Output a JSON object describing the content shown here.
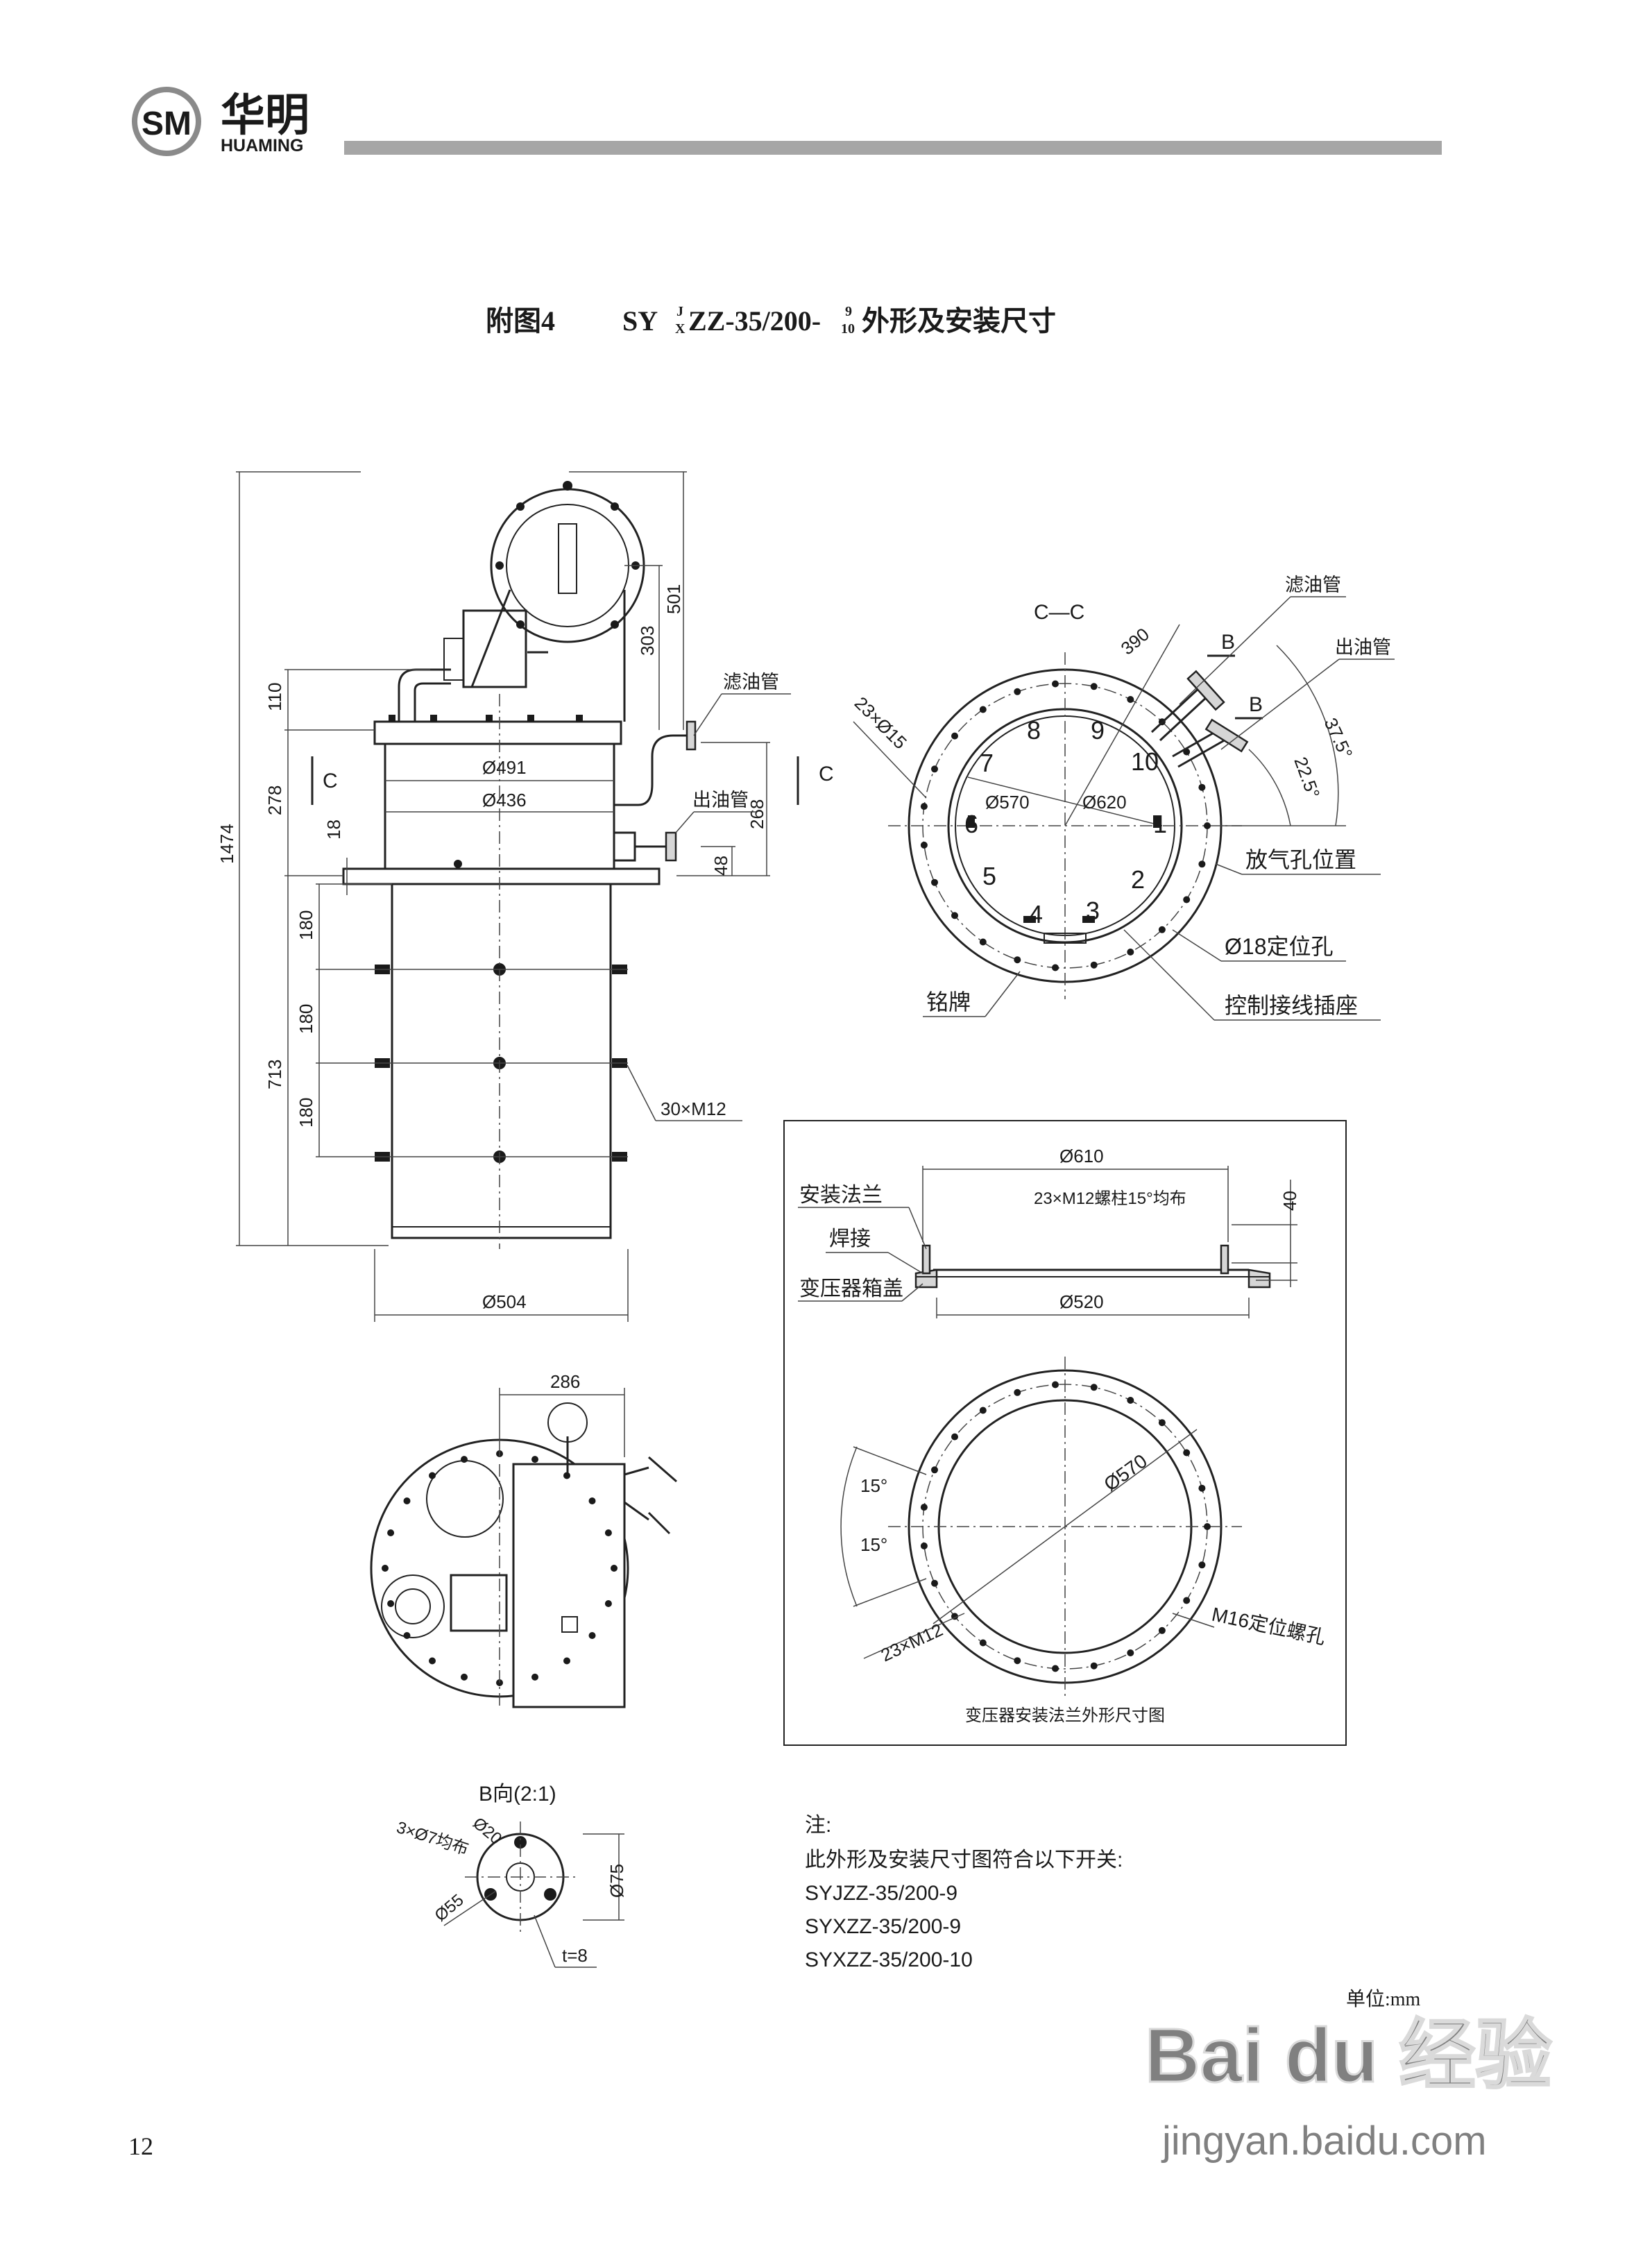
{
  "header": {
    "logo_cn": "华明",
    "logo_en": "HUAMING",
    "accent_color": "#a6a6a6"
  },
  "title": {
    "prefix": "附图4",
    "model_a": "SY",
    "stack_top_1": "J",
    "stack_bot_1": "X",
    "model_b": "ZZ-35/200-",
    "stack_top_2": "9",
    "stack_bot_2": "10",
    "suffix": "外形及安装尺寸"
  },
  "front_view": {
    "dims_left": [
      "1474",
      "110",
      "278",
      "18",
      "180",
      "180",
      "180",
      "713"
    ],
    "dims_right": [
      "501",
      "303",
      "268",
      "48"
    ],
    "diameters": [
      "Ø491",
      "Ø436",
      "Ø504"
    ],
    "section_marks": [
      "C",
      "C"
    ],
    "callouts": [
      "滤油管",
      "出油管",
      "30×M12"
    ]
  },
  "section_cc": {
    "title": "C—C",
    "dims": [
      "390",
      "37.5°",
      "22.5°",
      "Ø570",
      "Ø620",
      "23×Ø15"
    ],
    "view_marks": [
      "B",
      "B"
    ],
    "positions": [
      "1",
      "2",
      "3",
      "4",
      "5",
      "6",
      "7",
      "8",
      "9",
      "10"
    ],
    "callouts": [
      "滤油管",
      "出油管",
      "放气孔位置",
      "Ø18定位孔",
      "铭牌",
      "控制接线插座"
    ]
  },
  "flange_box": {
    "dims": [
      "Ø610",
      "40",
      "Ø520",
      "Ø570",
      "15°",
      "15°"
    ],
    "bolt_note": "23×M12螺柱15°均布",
    "bolt_note_2": "23×M12",
    "callouts": [
      "安装法兰",
      "焊接",
      "变压器箱盖",
      "M16定位螺孔"
    ],
    "caption": "变压器安装法兰外形尺寸图"
  },
  "top_view": {
    "dims": [
      "286"
    ]
  },
  "b_view": {
    "title": "B向(2:1)",
    "dims": [
      "Ø20",
      "3×Ø7均布",
      "Ø55",
      "Ø75",
      "t=8"
    ]
  },
  "notes": {
    "label": "注:",
    "line1": "此外形及安装尺寸图符合以下开关:",
    "models": [
      "SYJZZ-35/200-9",
      "SYXZZ-35/200-9",
      "SYXZZ-35/200-10"
    ]
  },
  "unit": "单位:mm",
  "page_number": "12",
  "watermark": {
    "brand": "Bai du 经验",
    "url": "jingyan.baidu.com"
  }
}
